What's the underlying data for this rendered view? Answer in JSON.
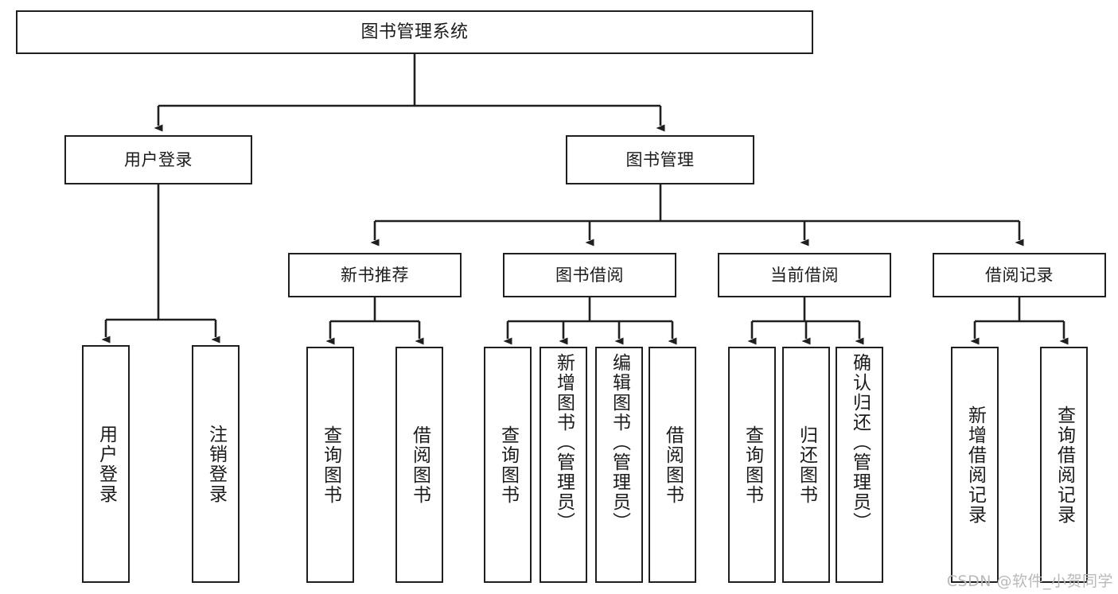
{
  "diagram": {
    "title": "图书管理系统",
    "type": "tree-hierarchy",
    "watermark": "CSDN @软件_小贺同学",
    "colors": {
      "stroke": "#1f1f1f",
      "fill": "#ffffff",
      "watermark": "#b9b9b9"
    },
    "nodes": {
      "root": {
        "label": "图书管理系统"
      },
      "level2": [
        {
          "id": "user-login",
          "label": "用户登录"
        },
        {
          "id": "book-manage",
          "label": "图书管理"
        }
      ],
      "level3": [
        {
          "id": "new-book-rec",
          "label": "新书推荐"
        },
        {
          "id": "book-borrow",
          "label": "图书借阅"
        },
        {
          "id": "current-borrow",
          "label": "当前借阅"
        },
        {
          "id": "borrow-record",
          "label": "借阅记录"
        }
      ],
      "leaves": {
        "user_login": [
          {
            "id": "leaf-user-login",
            "label": "用户登录"
          },
          {
            "id": "leaf-logout",
            "label": "注销登录"
          }
        ],
        "new_book_rec": [
          {
            "id": "leaf-query-book-1",
            "label": "查询图书"
          },
          {
            "id": "leaf-borrow-book-1",
            "label": "借阅图书"
          }
        ],
        "book_borrow": [
          {
            "id": "leaf-query-book-2",
            "label": "查询图书"
          },
          {
            "id": "leaf-add-book",
            "label": "新增图书（管理员）"
          },
          {
            "id": "leaf-edit-book",
            "label": "编辑图书（管理员）"
          },
          {
            "id": "leaf-borrow-book-2",
            "label": "借阅图书"
          }
        ],
        "current_borrow": [
          {
            "id": "leaf-query-book-3",
            "label": "查询图书"
          },
          {
            "id": "leaf-return-book",
            "label": "归还图书"
          },
          {
            "id": "leaf-confirm-return",
            "label": "确认归还（管理员）"
          }
        ],
        "borrow_record": [
          {
            "id": "leaf-add-record",
            "label": "新增借阅记录"
          },
          {
            "id": "leaf-query-record",
            "label": "查询借阅记录"
          }
        ]
      }
    }
  }
}
